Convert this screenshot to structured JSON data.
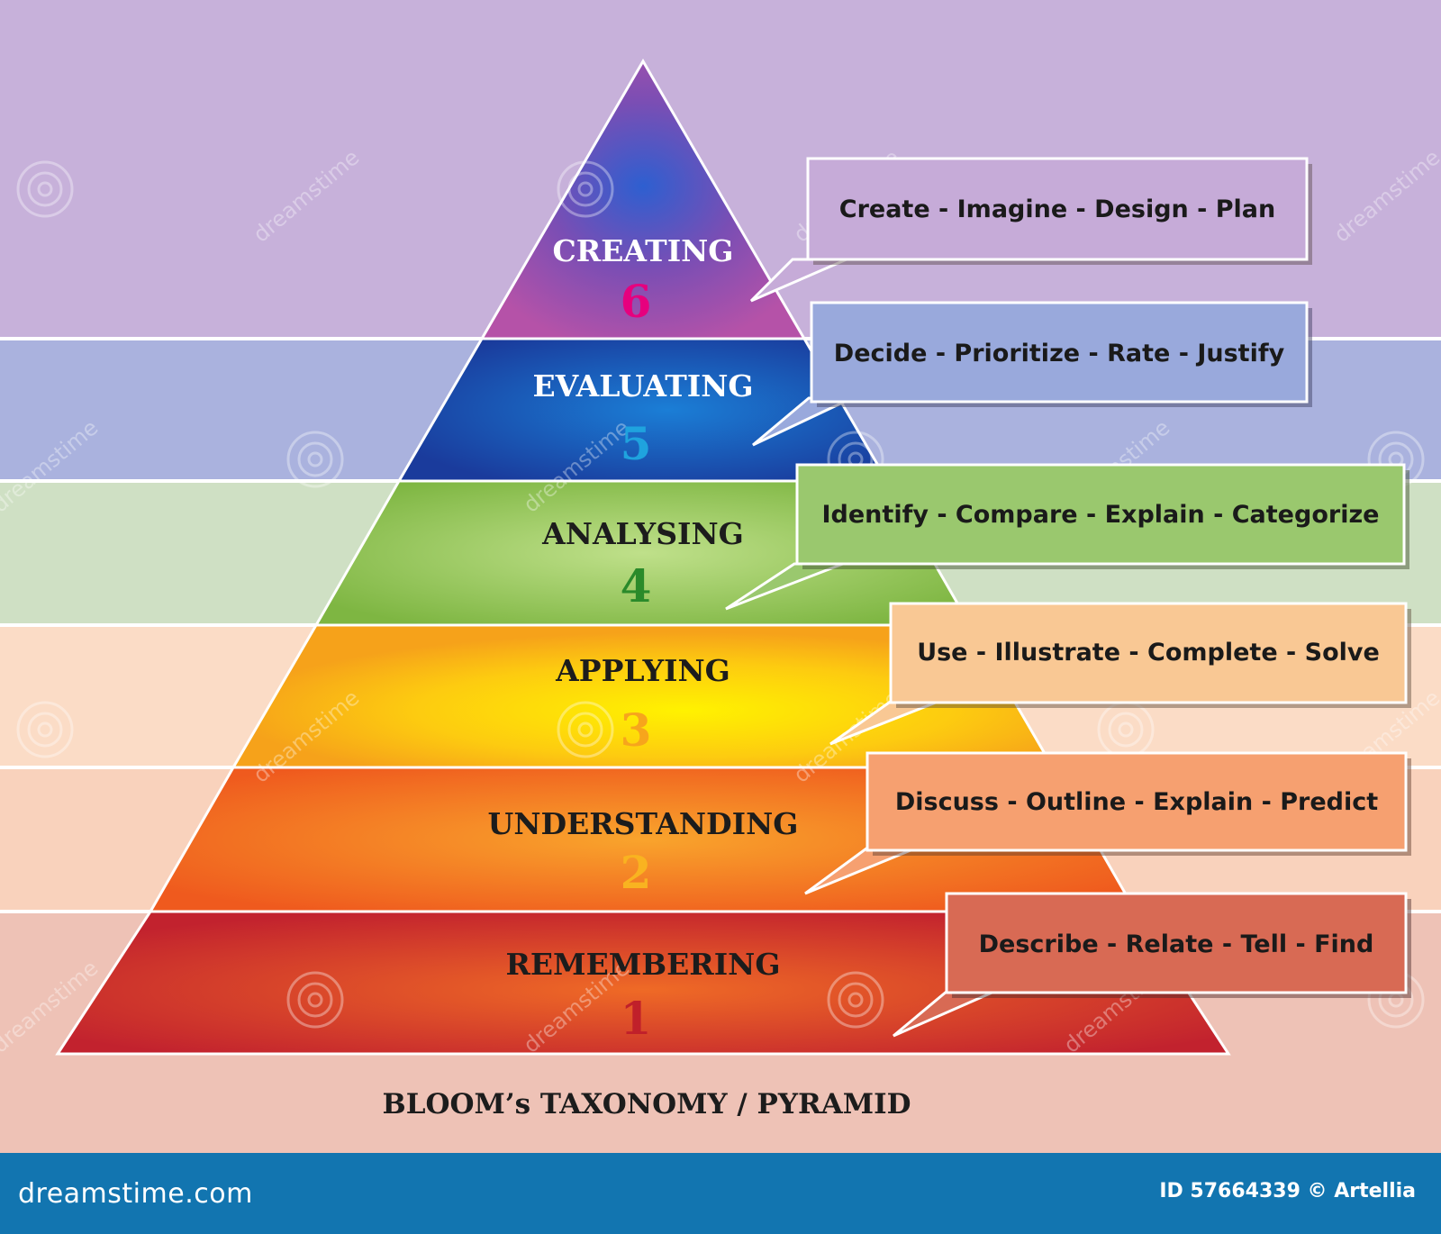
{
  "title": "BLOOM’s TAXONOMY / PYRAMID",
  "levels": [
    {
      "number": "6",
      "name": "CREATING",
      "verbs": "Create - Imagine - Design - Plan",
      "band_color": "#c7b1da",
      "box_color": "#c6abd8",
      "number_color": "#e6007e"
    },
    {
      "number": "5",
      "name": "EVALUATING",
      "verbs": "Decide - Prioritize - Rate - Justify",
      "band_color": "#aab2de",
      "box_color": "#99a9dc",
      "number_color": "#1fa3de"
    },
    {
      "number": "4",
      "name": "ANALYSING",
      "verbs": "Identify - Compare - Explain - Categorize",
      "band_color": "#cfe0c4",
      "box_color": "#9ac86e",
      "number_color": "#2a8a2a"
    },
    {
      "number": "3",
      "name": "APPLYING",
      "verbs": "Use - Illustrate - Complete - Solve",
      "band_color": "#fbdcc6",
      "box_color": "#f9c894",
      "number_color": "#f7a51c"
    },
    {
      "number": "2",
      "name": "UNDERSTANDING",
      "verbs": "Discuss - Outline - Explain - Predict",
      "band_color": "#f9d2bc",
      "box_color": "#f6a070",
      "number_color": "#f9b320"
    },
    {
      "number": "1",
      "name": "REMEMBERING",
      "verbs": "Describe - Relate - Tell - Find",
      "band_color": "#eec2b6",
      "box_color": "#d86a54",
      "number_color": "#c0202a"
    }
  ],
  "footer": {
    "logo": "dreamstime.com",
    "credit": "ID 57664339 © Artellia"
  },
  "watermark": "dreamstime"
}
